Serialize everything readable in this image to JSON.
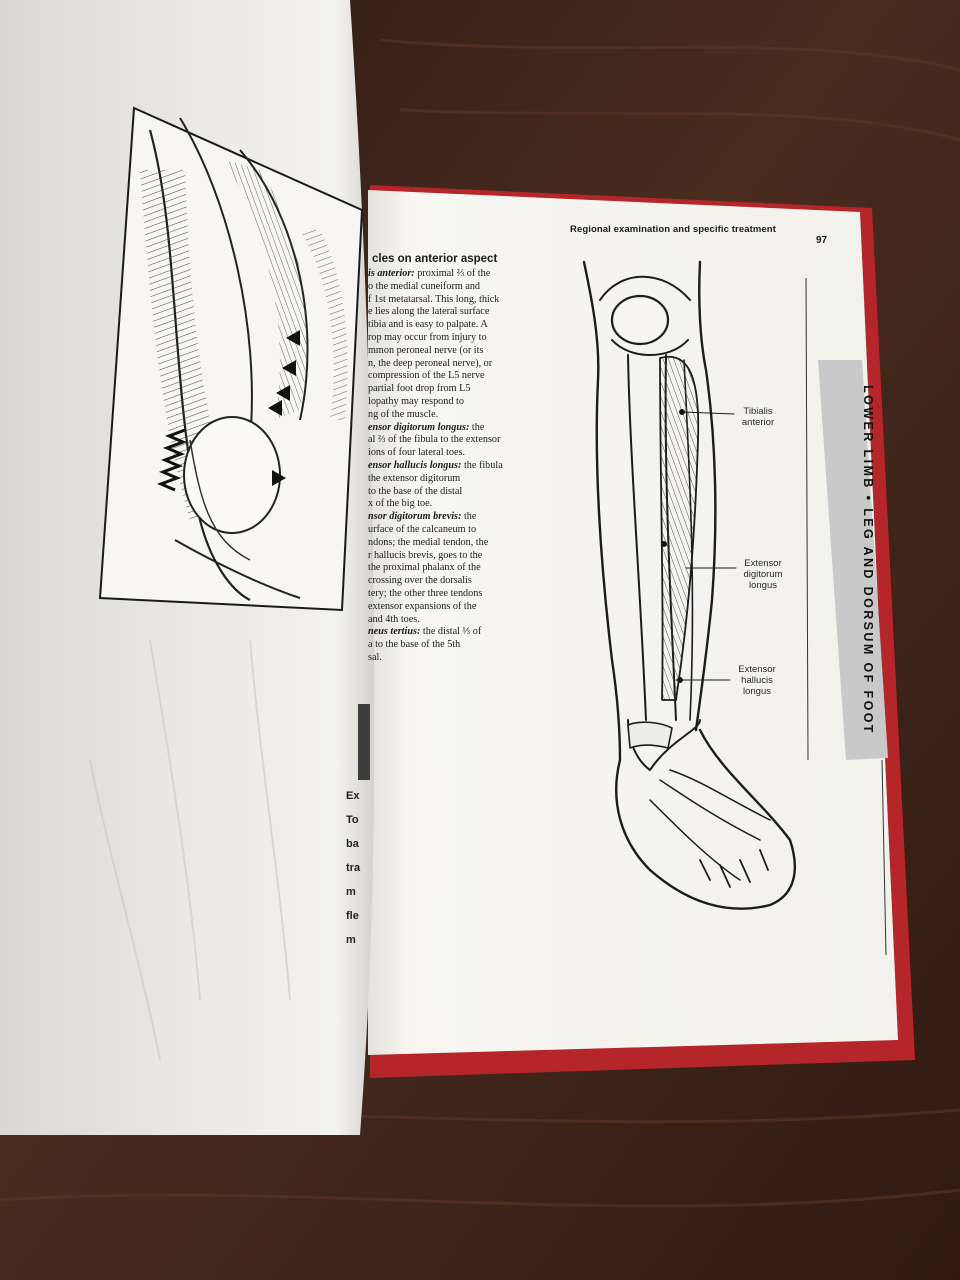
{
  "page": {
    "header": "Regional examination and specific treatment",
    "number": "97",
    "section_heading": "cles on anterior aspect",
    "tab_text": "LOWER LIMB • LEG AND DORSUM OF FOOT"
  },
  "body_lines": [
    {
      "term": "is anterior:",
      "text": " proximal ⅔ of the"
    },
    {
      "term": "",
      "text": "o the medial cuneiform and"
    },
    {
      "term": "",
      "text": "f 1st metatarsal. This long, thick"
    },
    {
      "term": "",
      "text": "e lies along the lateral surface"
    },
    {
      "term": "",
      "text": "tibia and is easy to palpate. A"
    },
    {
      "term": "",
      "text": "rop may occur from injury to"
    },
    {
      "term": "",
      "text": "mmon peroneal nerve (or its"
    },
    {
      "term": "",
      "text": "n, the deep peroneal nerve), or"
    },
    {
      "term": "",
      "text": "compression of the L5 nerve"
    },
    {
      "term": "",
      "text": "partial foot drop from L5"
    },
    {
      "term": "",
      "text": "lopathy may respond to"
    },
    {
      "term": "",
      "text": "ng of the muscle."
    },
    {
      "term": "ensor digitorum longus:",
      "text": " the"
    },
    {
      "term": "",
      "text": "al ⅔ of the fibula to the extensor"
    },
    {
      "term": "",
      "text": "ions of four lateral toes."
    },
    {
      "term": "ensor hallucis longus:",
      "text": " the fibula"
    },
    {
      "term": "",
      "text": "the extensor digitorum"
    },
    {
      "term": "",
      "text": "to the base of the distal"
    },
    {
      "term": "",
      "text": "x of the big toe."
    },
    {
      "term": "nsor digitorum brevis:",
      "text": " the"
    },
    {
      "term": "",
      "text": "urface of the calcaneum to"
    },
    {
      "term": "",
      "text": "ndons; the medial tendon, the"
    },
    {
      "term": "",
      "text": "r hallucis brevis, goes to the"
    },
    {
      "term": "",
      "text": "the proximal phalanx of the"
    },
    {
      "term": "",
      "text": "crossing over the dorsalis"
    },
    {
      "term": "",
      "text": "tery; the other three tendons"
    },
    {
      "term": "",
      "text": "extensor expansions of the"
    },
    {
      "term": "",
      "text": "and 4th toes."
    },
    {
      "term": "neus tertius:",
      "text": " the distal ⅓ of"
    },
    {
      "term": "",
      "text": "a to the base of the 5th"
    },
    {
      "term": "",
      "text": "sal."
    }
  ],
  "figure_labels": {
    "tibialis": [
      "Tibialis",
      "anterior"
    ],
    "edl": [
      "Extensor",
      "digitorum",
      "longus"
    ],
    "ehl": [
      "Extensor",
      "hallucis",
      "longus"
    ]
  },
  "left_artifacts": [
    "Ex",
    "To",
    "ba",
    "tra",
    "m",
    "fle",
    "m"
  ],
  "colors": {
    "table": "#3a2118",
    "paper": "#f4f3ef",
    "book_cover": "#b5262a",
    "tab": "#c9c9c9"
  }
}
